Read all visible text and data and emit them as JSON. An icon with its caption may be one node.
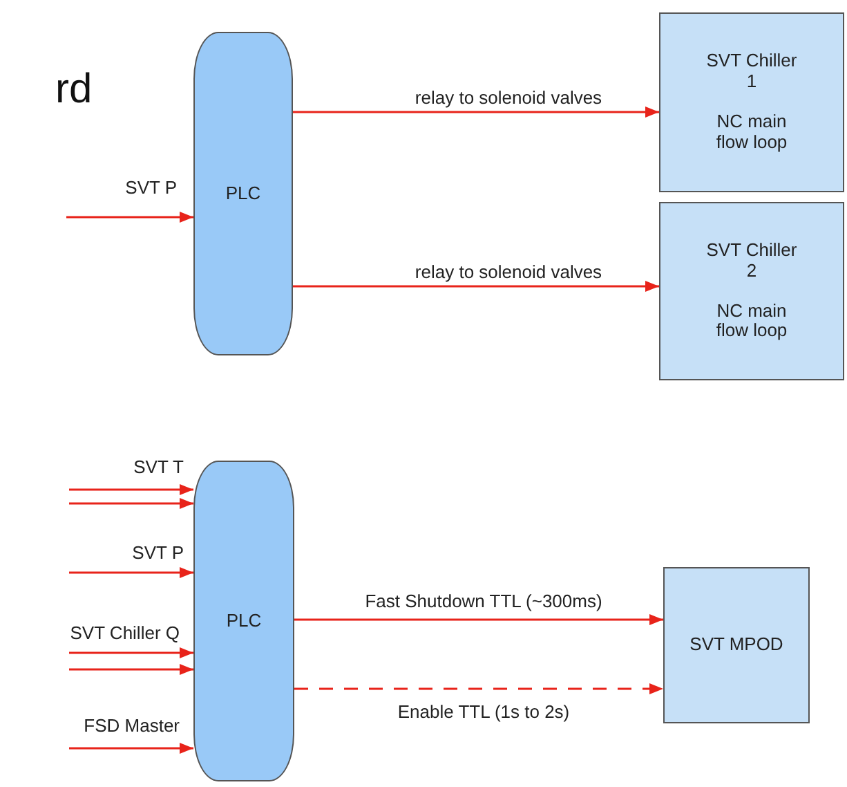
{
  "diagram": {
    "nodes": [
      {
        "text": [
          "PLC"
        ]
      },
      {
        "text": [
          "SVT Chiller 1",
          "NC main flow loop"
        ]
      },
      {
        "text": [
          "SVT Chiller 2",
          "NC main flow loop"
        ]
      },
      {
        "text": [
          "PLC"
        ]
      },
      {
        "text": [
          "SVT MPOD"
        ]
      }
    ],
    "edges": [
      {
        "from": null,
        "to": 0,
        "arrow": "to",
        "label": "SVT P"
      },
      {
        "from": 0,
        "to": 1,
        "arrow": "to",
        "label": "relay to solenoid valves"
      },
      {
        "from": 0,
        "to": 2,
        "arrow": "to",
        "label": "relay to solenoid valves"
      },
      {
        "from": null,
        "to": 3,
        "arrow": "to",
        "label": "SVT T"
      },
      {
        "from": null,
        "to": 3,
        "arrow": "to"
      },
      {
        "from": null,
        "to": 3,
        "arrow": "to",
        "label": "SVT P"
      },
      {
        "from": null,
        "to": 3,
        "arrow": "to",
        "label": "SVT Chiller Q"
      },
      {
        "from": null,
        "to": 3,
        "arrow": "to"
      },
      {
        "from": null,
        "to": 3,
        "arrow": "to",
        "label": "FSD Master"
      },
      {
        "from": 3,
        "to": 4,
        "arrow": "to",
        "label": "Fast Shutdown TTL (~300ms)"
      },
      {
        "from": 3,
        "to": 4,
        "arrow": "to",
        "label": "Enable TTL (1s to 2s)",
        "style": "dashed"
      }
    ],
    "labels": [
      "rd"
    ]
  }
}
